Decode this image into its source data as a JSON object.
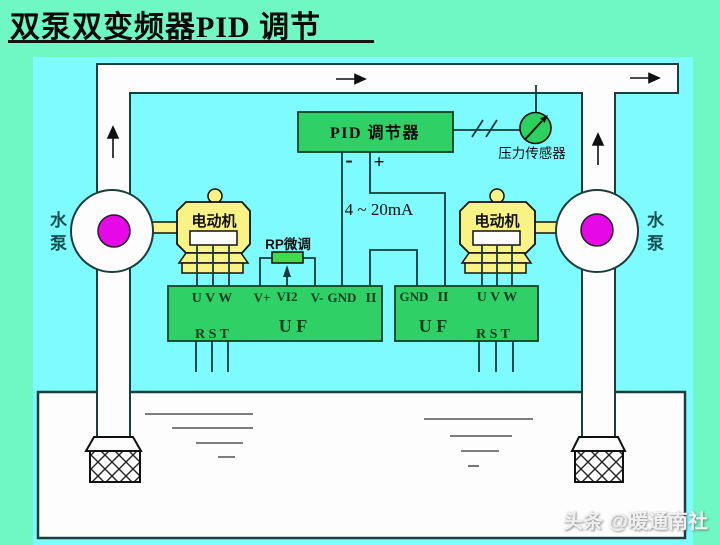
{
  "title": "双泵双变频器PID 调节",
  "watermark": "头条 @暖通南社",
  "pid_controller": {
    "label": "PID 调节器",
    "minus": "-",
    "plus": "+"
  },
  "pressure_sensor": {
    "label": "压力传感器"
  },
  "signal": {
    "current_range": "4 ~ 20mA"
  },
  "rp_trimmer": {
    "label": "RP微调"
  },
  "left_motor": {
    "label": "电动机"
  },
  "right_motor": {
    "label": "电动机"
  },
  "left_pump": {
    "label": "水泵"
  },
  "right_pump": {
    "label": "水泵"
  },
  "left_inverter": {
    "center_label": "U F",
    "terminals_top": [
      "U V W",
      "V+",
      "VI2",
      "V-",
      "GND",
      "II"
    ],
    "terminals_bottom": "R S T"
  },
  "right_inverter": {
    "center_label": "U F",
    "terminals_top": [
      "GND",
      "II",
      "U V W"
    ],
    "terminals_bottom": "R S T"
  },
  "colors": {
    "background": "#70f8c4",
    "diagram_background": "#7dfbff",
    "box_green": "#2fd167",
    "trimmer_green": "#3edc4a",
    "sensor_green": "#2bd05e",
    "motor_yellow": "#f9f386",
    "impeller_magenta": "#e608e6",
    "pipe_white": "#fdfdfd",
    "line_dark": "#1e3e3e"
  }
}
